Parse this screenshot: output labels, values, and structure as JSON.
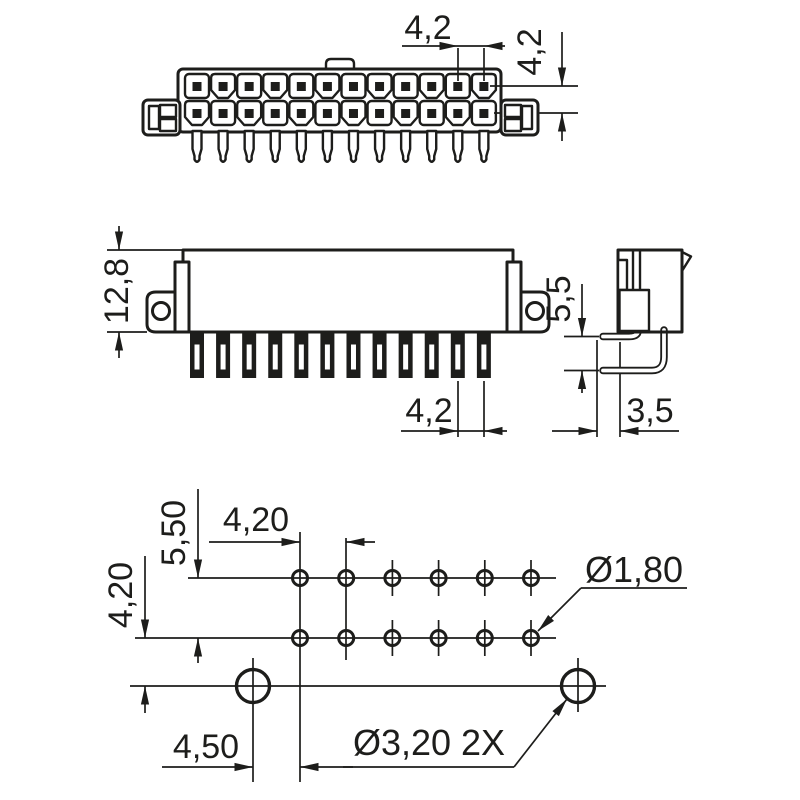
{
  "dimensions": {
    "top_pitch": "4,2",
    "top_row_spacing": "4,2",
    "front_height": "12,8",
    "front_pitch": "4,2",
    "side_row_spacing": "5,5",
    "side_pin_offset": "3,5",
    "fp_pitch": "4,20",
    "fp_row_spacing": "5,50",
    "fp_mount_offset": "4,20",
    "fp_mount_x": "4,50",
    "fp_hole_dia": "Ø1,80",
    "fp_mount_dia": "Ø3,20 2X"
  },
  "views": {
    "top_view": {
      "cavity_columns": 12,
      "cavity_rows": 2
    },
    "front_view": {
      "pins": 12
    },
    "side_view": {
      "bent_pins": 2
    },
    "footprint": {
      "hole_columns": 6,
      "hole_rows": 2,
      "mount_holes": 2
    }
  },
  "line_color": "#1d1d1b"
}
